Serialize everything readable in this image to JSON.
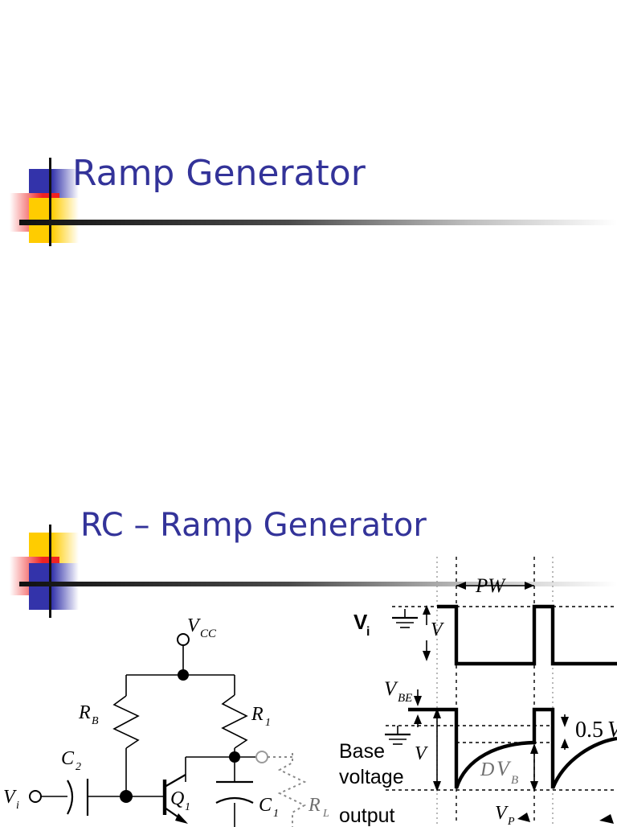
{
  "slide1": {
    "title": "Ramp Generator"
  },
  "slide2": {
    "title": "RC – Ramp Generator",
    "circuit": {
      "labels": {
        "vcc": "V",
        "vcc_sub": "CC",
        "rb": "R",
        "rb_sub": "B",
        "r1": "R",
        "r1_sub": "1",
        "c2": "C",
        "c2_sub": "2",
        "c1": "C",
        "c1_sub": "1",
        "rl": "R",
        "rl_sub": "L",
        "q1": "Q",
        "q1_sub": "1",
        "vi": "V",
        "vi_sub": "i"
      }
    },
    "waveform": {
      "input_label": "V",
      "input_label_sub": "i",
      "pulse_width_label": "PW",
      "amplitude_label": "V",
      "vbe_label": "V",
      "vbe_label_sub": "BE",
      "base_voltage_label_line1": "Base",
      "base_voltage_label_line2": "voltage",
      "swing_label": "V",
      "delta_vb_prefix": "D",
      "delta_vb_label": "V",
      "delta_vb_sub": "B",
      "half_volt_label": "0.5",
      "half_volt_unit": "V",
      "output_label": "output",
      "vp_label": "V",
      "vp_sub": "P"
    }
  },
  "colors": {
    "title_blue": "#333399",
    "deco_blue": "#3333aa",
    "deco_yellow": "#ffcc00",
    "deco_red": "#ee2222",
    "rule_dark": "#111111"
  }
}
